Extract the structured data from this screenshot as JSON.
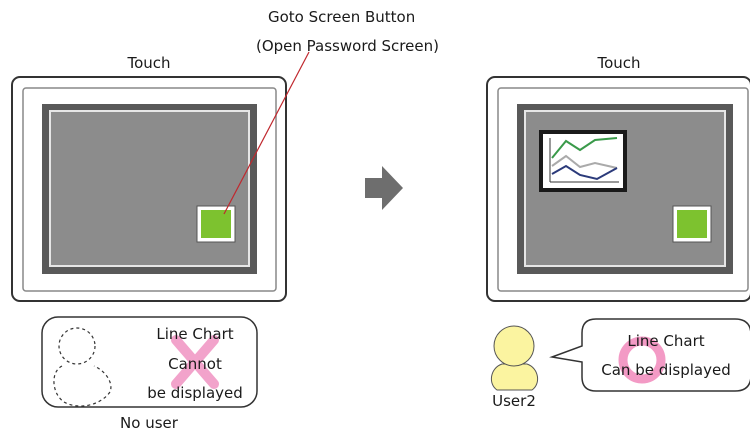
{
  "callout": {
    "line1": "Goto Screen Button",
    "line2": "(Open Password Screen)"
  },
  "left_panel": {
    "title": "Touch",
    "bubble": {
      "line1": "Line Chart",
      "line2": "Cannot",
      "line3": "be displayed"
    },
    "user_label": "No user",
    "mark": "cross"
  },
  "right_panel": {
    "title": "Touch",
    "bubble": {
      "line1": "Line Chart",
      "line2": "Can be displayed"
    },
    "user_label": "User2",
    "mark": "circle"
  },
  "colors": {
    "button_green": "#7dc22f",
    "screen_gray": "#8c8c8c",
    "bezel_dark": "#595959",
    "cross_pink": "#f19ac6",
    "circle_pink": "#f28fbf",
    "callout_red": "#c0282e",
    "arrow_gray": "#6e6e6e",
    "user_yellow": "#fbf4a0"
  },
  "icons": [
    "arrow-right-icon",
    "line-chart-icon",
    "user-icon",
    "no-user-outline-icon",
    "cross-mark-icon",
    "circle-mark-icon"
  ]
}
